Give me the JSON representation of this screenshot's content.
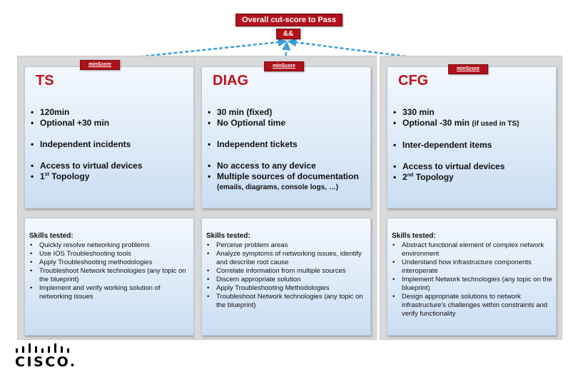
{
  "header": {
    "cut_score_label": "Overall cut-score to Pass",
    "and_label": "&&",
    "min_score_label": "minScore"
  },
  "columns": [
    {
      "title": "TS",
      "bullets": [
        "120min",
        "Optional +30 min",
        "Independent incidents",
        "Access to virtual devices",
        "1",
        "st",
        "Topology"
      ],
      "skills_title": "Skills tested:",
      "skills": [
        "Quickly resolve networking problems",
        "Use IOS Troubleshooting tools",
        "Apply Troubleshooting methodologies",
        "Troubleshoot Network technologies (any topic on the blueprint)",
        "Implement and verify working solution of networking issues"
      ]
    },
    {
      "title": "DIAG",
      "bullets": [
        "30 min (fixed)",
        "No Optional time",
        "Independent tickets",
        "No access to any device",
        "Multiple sources of documentation",
        "(emails, diagrams, console logs, …)"
      ],
      "skills_title": "Skills tested:",
      "skills": [
        "Perceive problem areas",
        "Analyze symptoms of networking issues, identify and describe root cause",
        "Correlate information from multiple sources",
        "Discern appropriate solution",
        "Apply Troubleshooting Methodologies",
        "Troubleshoot Network technologies (any topic on the blueprint)"
      ]
    },
    {
      "title": "CFG",
      "bullets": [
        "330 min",
        "Optional -30 min",
        "(if used in TS)",
        "Inter-dependent items",
        "Access to virtual devices",
        "2",
        "nd",
        "Topology"
      ],
      "skills_title": "Skills tested:",
      "skills": [
        "Abstract functional element of complex network environment",
        "Understand how infrastructure components interoperate",
        "Implement Network technologies (any topic on the blueprint)",
        "Design appropriate solutions to network infrastructure's challenges within constraints and verify functionality"
      ]
    }
  ],
  "brand": {
    "logo_text": "CISCO",
    "logo_suffix": "."
  },
  "colors": {
    "accent_red": "#b0121b",
    "title_red": "#c0121c",
    "arrow_blue": "#3aa0d8",
    "panel_blue": "#dbe9f7",
    "column_gray": "#d9d9d9"
  }
}
